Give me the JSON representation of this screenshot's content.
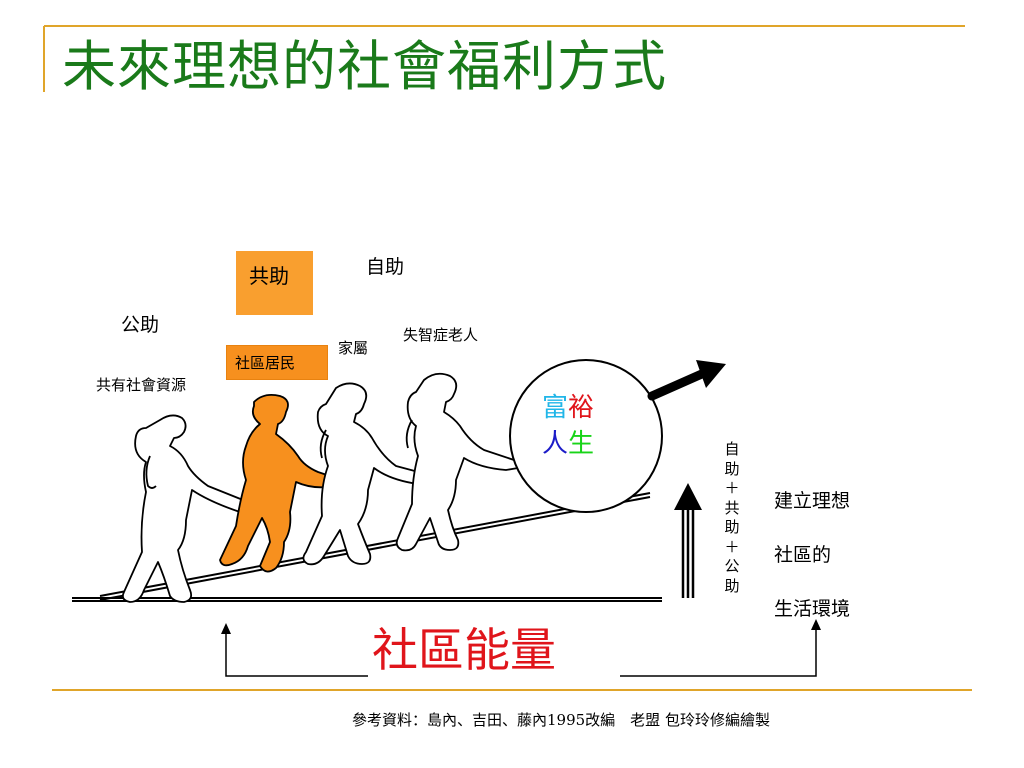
{
  "title": {
    "text": "未來理想的社會福利方式",
    "color": "#1a7a1a"
  },
  "labels": {
    "zizhu": "自助",
    "gongzhu": "共助",
    "gongzhu_public": "公助",
    "family": "家屬",
    "dementia_elder": "失智症老人",
    "community_residents": "社區居民",
    "shared_resources": "共有社會資源"
  },
  "ball": {
    "chars": [
      "富",
      "裕",
      "人",
      "生"
    ],
    "colors": [
      "#21b6e8",
      "#e0151b",
      "#1c1cc8",
      "#18d418"
    ]
  },
  "vertical_text": [
    "自",
    "助",
    "＋",
    "共",
    "助",
    "＋",
    "公",
    "助"
  ],
  "right_text": [
    "建立理想",
    "社區的",
    "生活環境"
  ],
  "energy": {
    "text": "社區能量",
    "color": "#e0151b"
  },
  "source": "參考資料：島內、吉田、藤內1995改編　老盟 包玲玲修編繪製",
  "accent": {
    "gold": "#e0a52a",
    "orange": "#f7901e"
  }
}
